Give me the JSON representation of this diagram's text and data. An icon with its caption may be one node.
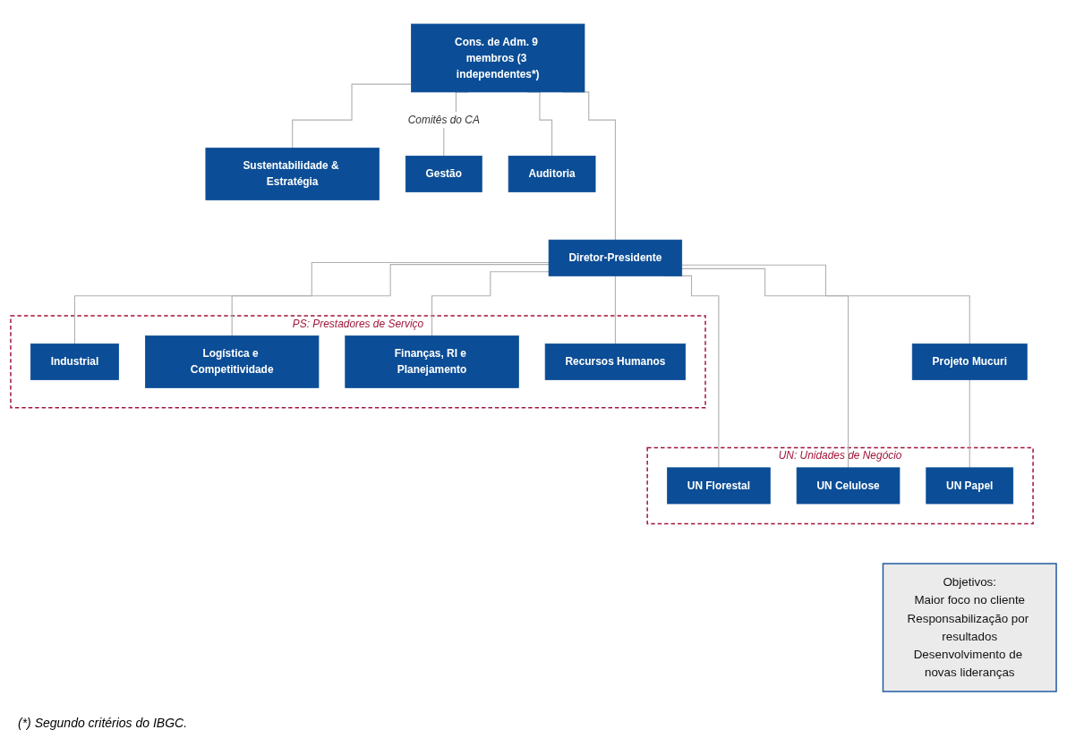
{
  "diagram": {
    "nodes": [
      {
        "text": [
          "Cons. de Adm. 9 membros (3 independentes*)"
        ]
      },
      {
        "text": [
          "Sustentabilidade & Estratégia"
        ]
      },
      {
        "text": [
          "Gestão"
        ]
      },
      {
        "text": [
          "Auditoria"
        ]
      },
      {
        "text": [
          "Diretor-Presidente"
        ]
      },
      {
        "text": [
          "Projeto Mucuri"
        ]
      },
      {
        "text": [
          "UN: Unidades de Negócio"
        ]
      },
      {
        "text": [
          "UN Florestal"
        ],
        "in": 6
      },
      {
        "text": [
          "UN Celulose"
        ],
        "in": 6
      },
      {
        "text": [
          "UN Papel"
        ],
        "in": 6
      },
      {
        "text": [
          "PS: Prestadores de Serviço"
        ]
      },
      {
        "text": [
          "Industrial"
        ],
        "in": 10
      },
      {
        "text": [
          "Logística e Competitividade"
        ],
        "in": 10
      },
      {
        "text": [
          "Finanças, RI e Planejamento"
        ],
        "in": 10
      },
      {
        "text": [
          "Recursos Humanos"
        ],
        "in": 10
      },
      {
        "text": [
          "Objetivos:",
          "Maior foco no cliente",
          "Responsabilização por resultados",
          "Desenvolvimento de novas lideranças"
        ]
      }
    ],
    "edges": [
      {
        "from": 0,
        "to": 4,
        "arrow": "none"
      },
      {
        "from": 0,
        "to": 1,
        "arrow": "none"
      },
      {
        "from": 0,
        "to": 2,
        "arrow": "none",
        "label": "Comitês do CA"
      },
      {
        "from": 0,
        "to": 3,
        "arrow": "none"
      },
      {
        "from": 4,
        "to": 5,
        "arrow": "none"
      },
      {
        "from": 4,
        "to": 7,
        "arrow": "none"
      },
      {
        "from": 4,
        "to": 8,
        "arrow": "none"
      },
      {
        "from": 5,
        "to": 9,
        "arrow": "none"
      },
      {
        "from": 4,
        "to": 11,
        "arrow": "none"
      },
      {
        "from": 4,
        "to": 12,
        "arrow": "none"
      },
      {
        "from": 4,
        "to": 13,
        "arrow": "none"
      },
      {
        "from": 4,
        "to": 14,
        "arrow": "none"
      }
    ],
    "labels": [
      "(*) Segundo critérios do IBGC."
    ]
  }
}
